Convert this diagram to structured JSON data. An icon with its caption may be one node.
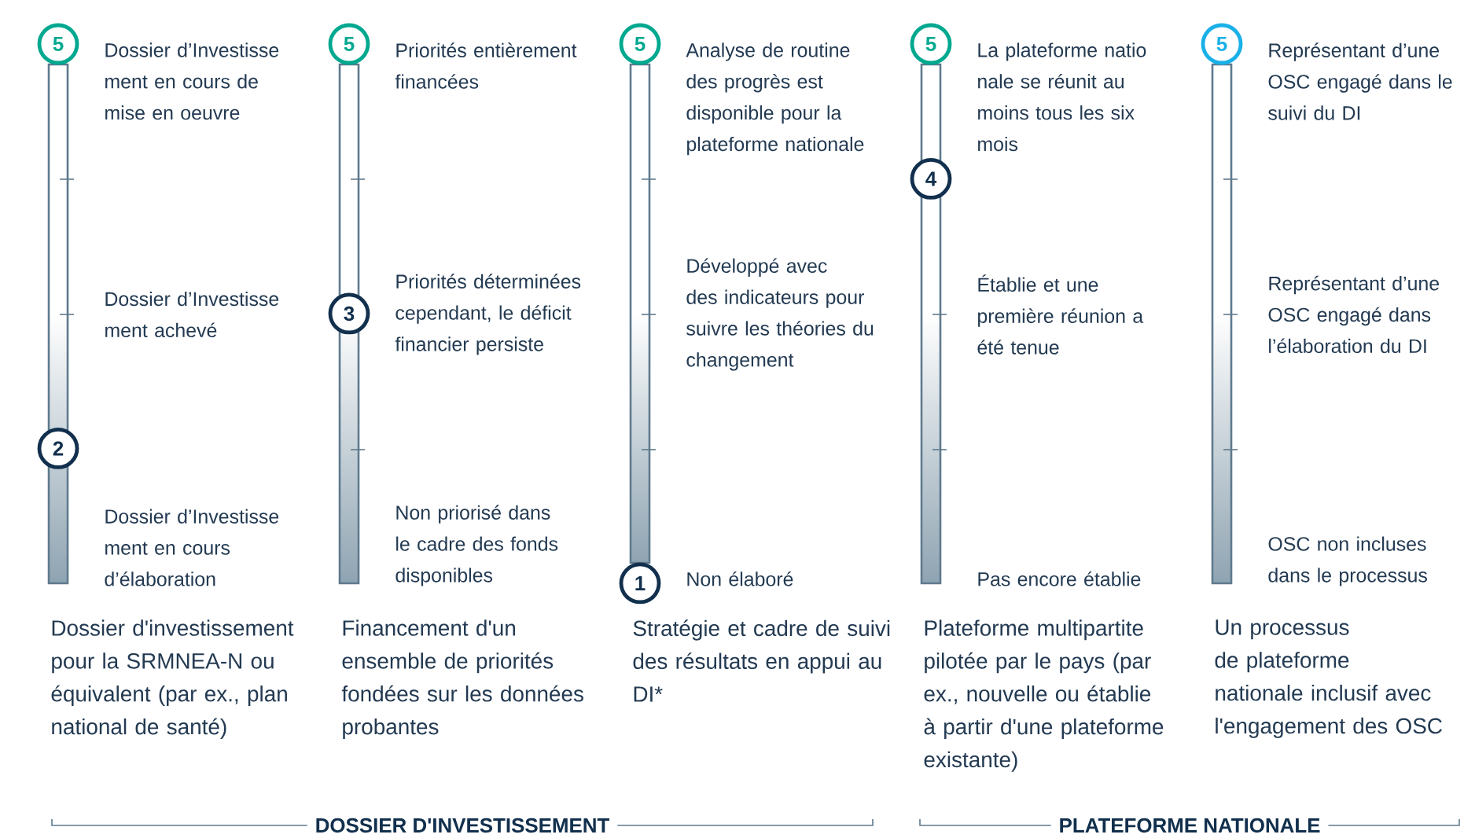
{
  "diagram": {
    "nodes": [
      {
        "text": [
          "Dossier d'investissement pour la SRMNEA-N ou équivalent (par ex., plan national de santé)"
        ]
      },
      {
        "text": [
          "Financement d'un ensemble de priorités fondées sur les données probantes"
        ]
      },
      {
        "text": [
          "Stratégie et cadre de suivi des résultats en appui au DI*"
        ]
      },
      {
        "text": [
          "Plateforme multipartite pilotée par le pays (par ex., nouvelle ou établie à partir d'une plateforme existante)"
        ]
      },
      {
        "text": [
          "Un processus de plateforme nationale inclusif avec l'engagement des OSC"
        ]
      },
      {
        "text": [
          "5"
        ]
      },
      {
        "text": [
          "2"
        ]
      },
      {
        "text": [
          "5"
        ]
      },
      {
        "text": [
          "3"
        ]
      },
      {
        "text": [
          "5"
        ]
      },
      {
        "text": [
          "1"
        ]
      },
      {
        "text": [
          "5"
        ]
      },
      {
        "text": [
          "4"
        ]
      },
      {
        "text": [
          "5"
        ]
      }
    ],
    "labels": [
      "Dossier d’Investisse ment en cours de mise en oeuvre",
      "Priorités entièrement financées",
      "Analyse de routine des progrès est disponible pour la plateforme nationale",
      "La plateforme natio nale se réunit au moins tous les six mois",
      "Représentant d’une OSC engagé dans le suivi du DI",
      "Dossier d’Investisse ment achevé",
      "Priorités déterminées cependant, le déficit financier persiste",
      "Développé avec des indicateurs pour suivre les théories du changement",
      "Établie et une première réunion a été tenue",
      "Représentant d’une OSC engagé dans l’élaboration du DI",
      "Dossier d’Investisse ment en cours d’élaboration",
      "Non priorisé dans le cadre des fonds disponibles",
      "Non élaboré",
      "Pas encore établie",
      "OSC non incluses dans le processus",
      "DOSSIER D'INVESTISSEMENT",
      "PLATEFORME NATIONALE"
    ]
  }
}
